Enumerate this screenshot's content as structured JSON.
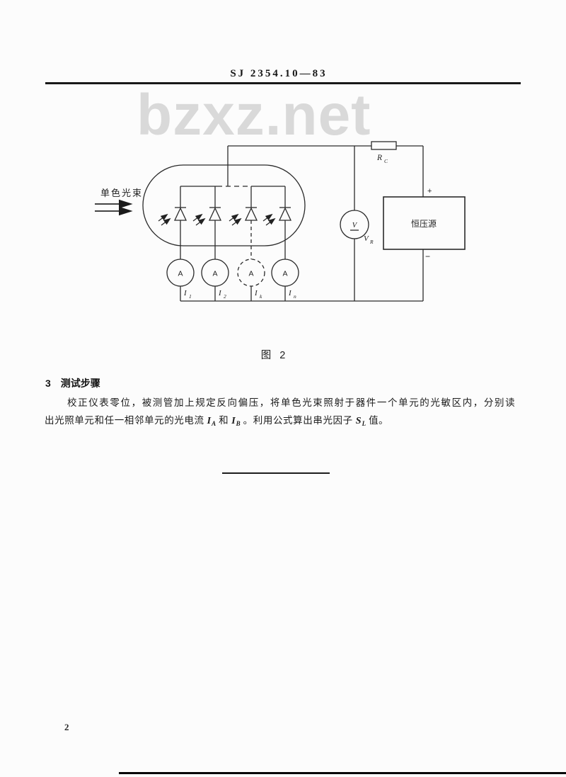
{
  "page": {
    "header_code": "SJ 2354.10—83",
    "watermark": "bzxz.net",
    "page_number": "2"
  },
  "figure": {
    "caption": "图 2",
    "beam_label": "单色光束",
    "resistor": {
      "base": "R",
      "sub": "C"
    },
    "voltmeter": {
      "symbol": "V",
      "base": "V",
      "sub": "R"
    },
    "source_box": {
      "label": "恒压源",
      "plus": "+",
      "minus": "−"
    },
    "ammeter_symbol": "A",
    "currents": [
      {
        "base": "I",
        "sub": "1"
      },
      {
        "base": "I",
        "sub": "2"
      },
      {
        "base": "I",
        "sub": "k"
      },
      {
        "base": "I",
        "sub": "n"
      }
    ]
  },
  "procedure": {
    "section_number": "3",
    "section_title": "测试步骤",
    "line1": "校正仪表零位，被测管加上规定反向偏压，将单色光束照射于器件一个单元的光敏区内，分别读",
    "line2": {
      "s1": "出光照单元和任一相邻单元的光电流",
      "i_a_base": "I",
      "i_a_sub": "A",
      "and": "和",
      "i_b_base": "I",
      "i_b_sub": "B",
      "s2": "。利用公式算出串光因子",
      "s_l_base": "S",
      "s_l_sub": "L",
      "s3": "值。"
    }
  }
}
